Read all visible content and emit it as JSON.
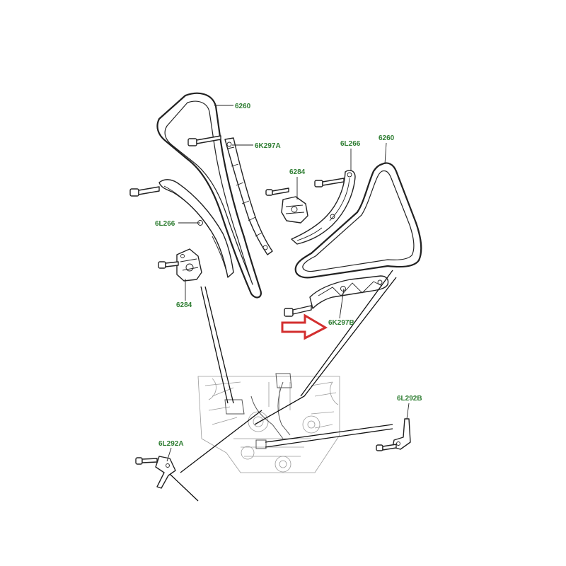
{
  "colors": {
    "label": "#2e7d32",
    "arrow": "#d32f2f",
    "line": "#222222"
  },
  "labels": {
    "chain_left": "6260",
    "guide_6k297a": "6K297A",
    "tensioner_upper": "6284",
    "rail_right": "6L266",
    "chain_right": "6260",
    "rail_left": "6L266",
    "tensioner_left": "6284",
    "guide_6k297b": "6K297B",
    "bracket_6l292b": "6L292B",
    "bracket_6l292a": "6L292A"
  },
  "highlight": {
    "icon": "right-arrow-icon",
    "target": "6K297B"
  }
}
